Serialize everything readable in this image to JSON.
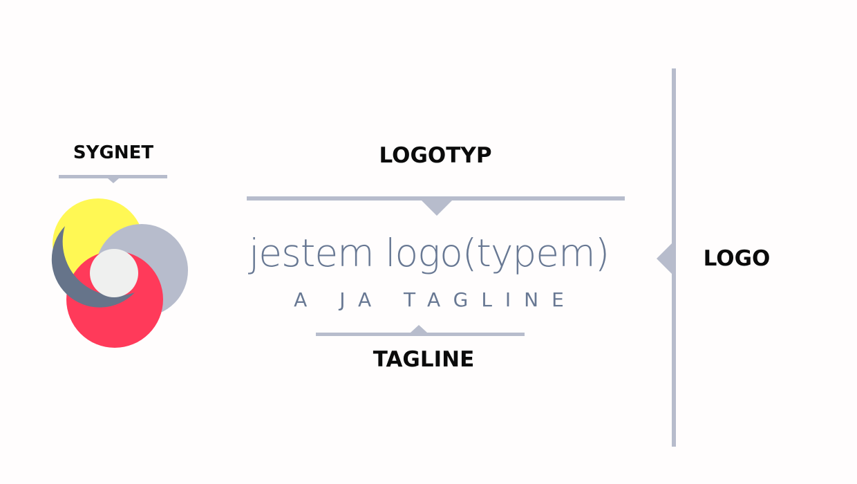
{
  "labels": {
    "sygnet": "SYGNET",
    "logotyp": "LOGOTYP",
    "tagline": "TAGLINE",
    "logo": "LOGO"
  },
  "wordmark": "jestem logo(typem)",
  "tagline_text": "A JA TAGLINE",
  "colors": {
    "background": "#fffdfd",
    "bracket": "#b7bccc",
    "text_dark": "#0b0b0b",
    "wordmark": "#687893",
    "petal_yellow": "#fff854",
    "petal_grey_light": "#b7bccc",
    "petal_red": "#ff3a5a",
    "petal_slate": "#66748a",
    "center": "#eff0ef"
  }
}
